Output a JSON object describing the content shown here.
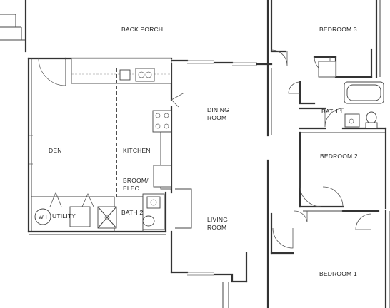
{
  "rooms": {
    "back_porch": "BACK PORCH",
    "bedroom_3": "BEDROOM 3",
    "den": "DEN",
    "kitchen": "KITCHEN",
    "dining_line1": "DINING",
    "dining_line2": "ROOM",
    "bath_1": "BATH 1",
    "bedroom_2": "BEDROOM 2",
    "broom_line1": "BROOM/",
    "broom_line2": "ELEC",
    "bath_2": "BATH 2",
    "utility": "UTILITY",
    "living_line1": "LIVING",
    "living_line2": "ROOM",
    "bedroom_1": "BEDROOM 1"
  },
  "fixtures": {
    "water_heater": "WH"
  }
}
